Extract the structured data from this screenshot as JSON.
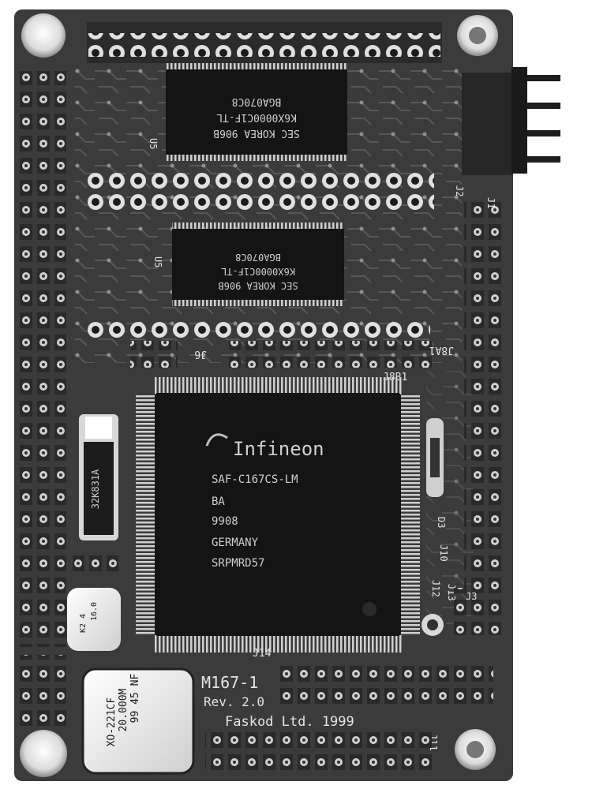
{
  "photo": {
    "subject": "embedded CPU module printed circuit board",
    "colors": {
      "pcb": "#3b3b3b",
      "pcb_dark": "#222222",
      "pad": "#d8d8d8",
      "chip": "#141414",
      "background": "#ffffff"
    }
  },
  "chips": {
    "ram_top": {
      "ref": "U5",
      "lines": [
        "SEC KOREA 906B",
        "K6X0000C1F-TL",
        "BGA070C8"
      ]
    },
    "ram_bottom": {
      "ref": "U5",
      "lines": [
        "SEC KOREA 906B",
        "K6X0000C1F-TL",
        "BGA070C8"
      ]
    },
    "mcu": {
      "logo": "Infineon",
      "lines": [
        "SAF-C167CS-LM",
        "BA",
        "9908",
        "GERMANY",
        "SRPMRD57"
      ]
    },
    "crystal_small": {
      "text": "32K831A"
    },
    "crystal_can": {
      "lines": [
        "XO-221CF",
        "20.000M",
        "99 45 NF"
      ]
    },
    "oscillator_small": {
      "lines": [
        "16.0",
        "K2 4"
      ]
    }
  },
  "silkscreen": {
    "board_id": "M167-1",
    "revision": "Rev. 2.0",
    "maker": "Faskod Ltd. 1999",
    "labels": [
      "J8A1",
      "J8B1",
      "J6",
      "J2",
      "J1",
      "J10",
      "J13",
      "J14",
      "J11",
      "J12",
      "D3",
      "J3"
    ]
  }
}
